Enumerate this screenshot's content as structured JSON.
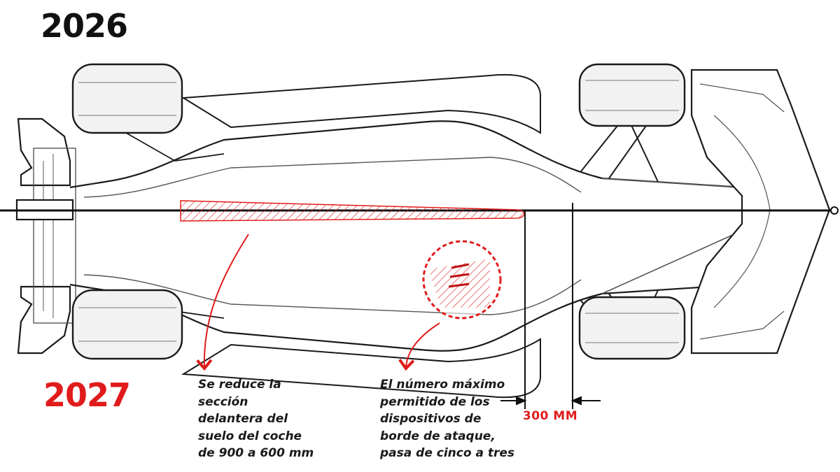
{
  "headings": {
    "top_year": "2026",
    "bottom_year": "2027"
  },
  "annotations": {
    "floor_reduction": {
      "lines": [
        "Se reduce la",
        "sección",
        "delantera del",
        "suelo del coche",
        "de 900 a 600 mm"
      ]
    },
    "leading_edge_devices": {
      "lines": [
        "El número máximo",
        "permitido de los",
        "dispositivos de",
        "borde de ataque,",
        "pasa de cinco a tres"
      ]
    },
    "dimension_label": "300 MM"
  },
  "colors": {
    "accent_red": "#e01b1b",
    "line_dark": "#1a1a1a",
    "line_mid": "#555555",
    "tyre_fill": "#f2f2f2"
  }
}
